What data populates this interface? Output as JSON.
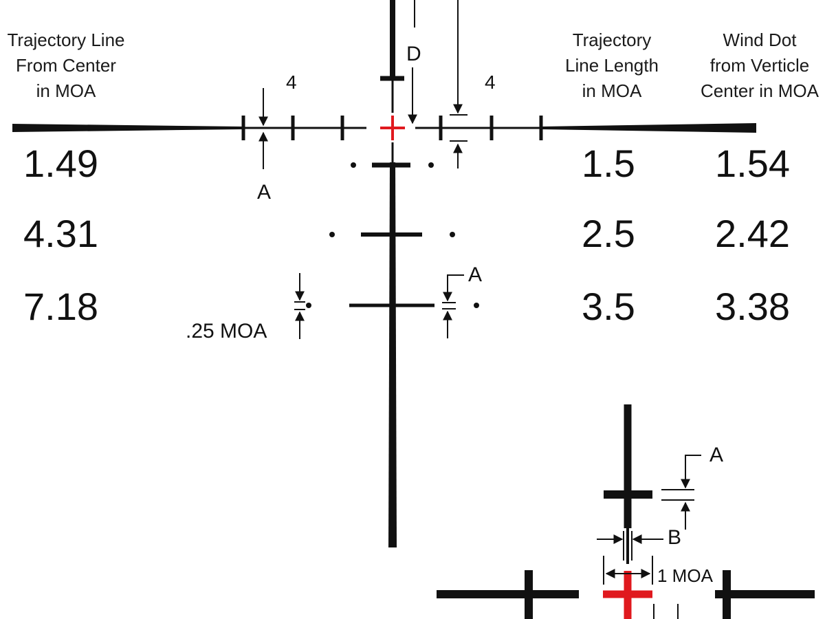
{
  "headers": {
    "left": "Trajectory Line\nFrom Center\nin MOA",
    "middle": "Trajectory\nLine Length\nin MOA",
    "right": "Wind Dot\nfrom Verticle\nCenter in MOA"
  },
  "columns": {
    "trajectory_from_center": [
      "1.49",
      "4.31",
      "7.18"
    ],
    "trajectory_line_length": [
      "1.5",
      "2.5",
      "3.5"
    ],
    "wind_dot_from_center": [
      "1.54",
      "2.42",
      "3.38"
    ]
  },
  "labels": {
    "left_tick_count": "4",
    "right_tick_count": "4",
    "d_marker": "D",
    "a_horizontal": "A",
    "a_third_line": "A",
    "a_inset": "A",
    "b_inset": "B",
    "dot_size": ".25 MOA",
    "inset_width": "1 MOA"
  },
  "colors": {
    "reticle": "#111111",
    "center_cross": "#e0191e",
    "background": "#ffffff"
  }
}
